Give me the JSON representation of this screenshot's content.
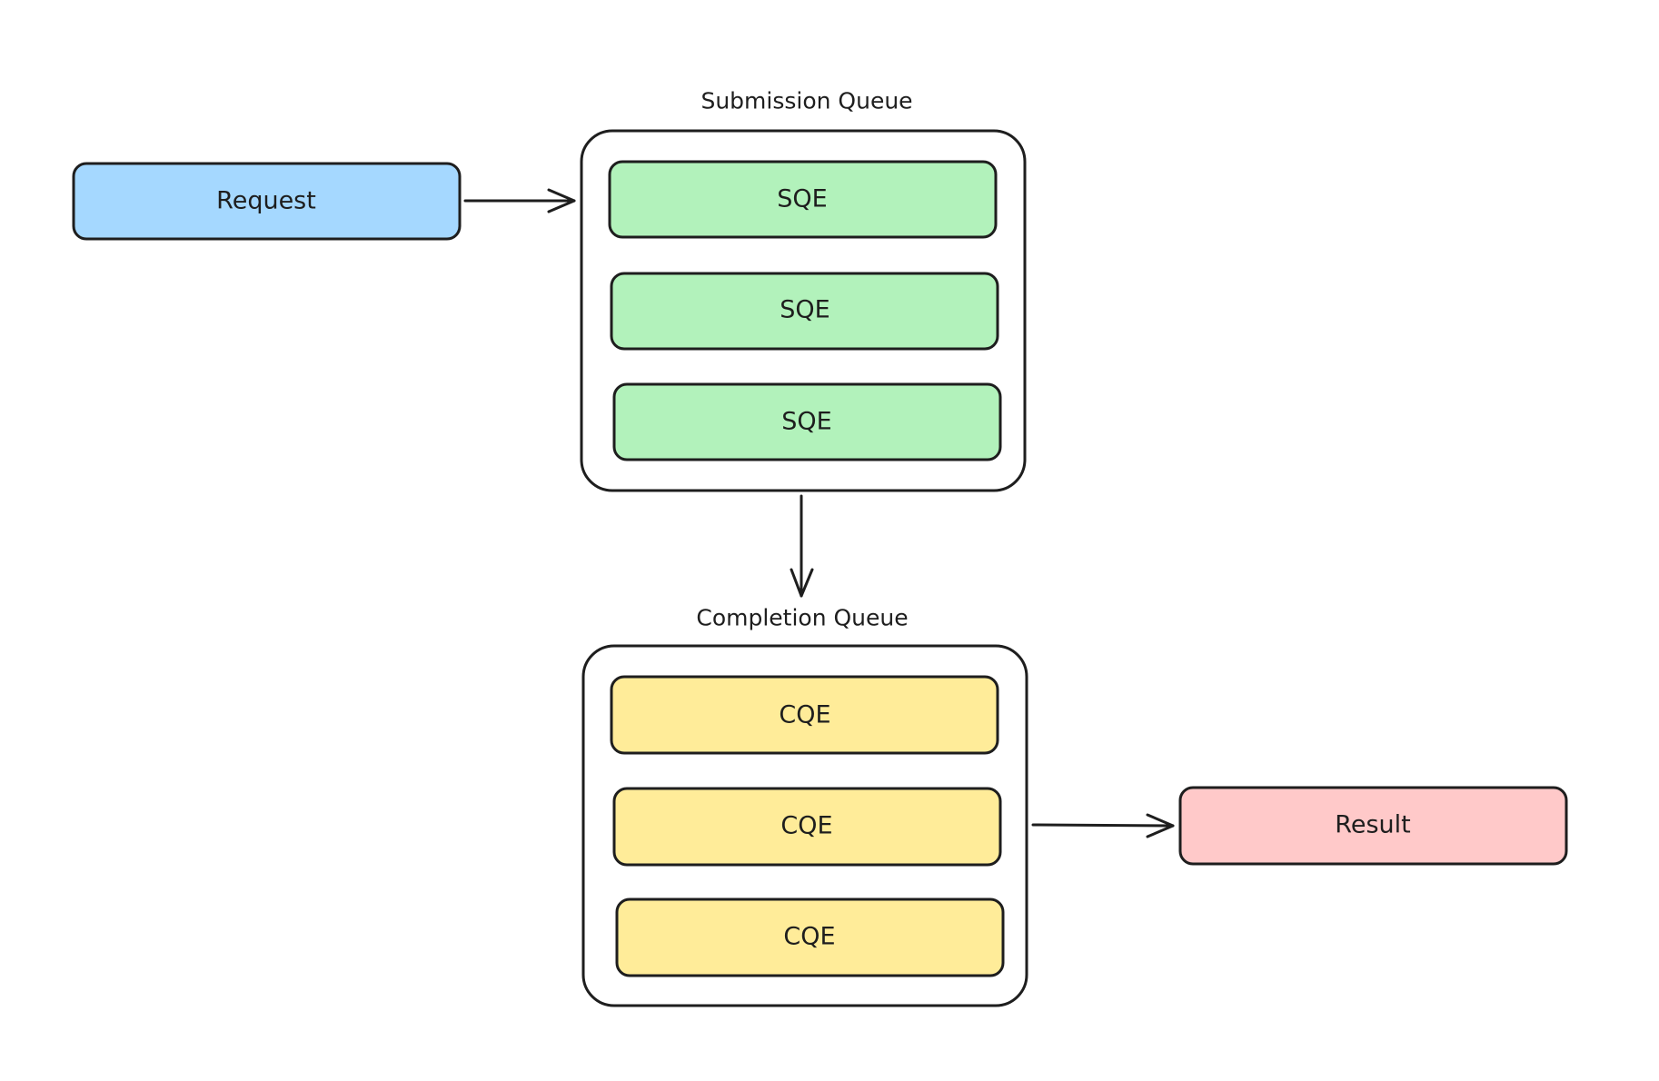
{
  "colors": {
    "request_fill": "#a5d8ff",
    "sqe_fill": "#b2f2bb",
    "cqe_fill": "#ffec99",
    "result_fill": "#ffc9c9",
    "container_fill": "#ffffff",
    "stroke": "#1e1e1e"
  },
  "request": {
    "label": "Request"
  },
  "submission_queue": {
    "title": "Submission Queue",
    "entries": [
      {
        "label": "SQE"
      },
      {
        "label": "SQE"
      },
      {
        "label": "SQE"
      }
    ]
  },
  "completion_queue": {
    "title": "Completion Queue",
    "entries": [
      {
        "label": "CQE"
      },
      {
        "label": "CQE"
      },
      {
        "label": "CQE"
      }
    ]
  },
  "result": {
    "label": "Result"
  }
}
